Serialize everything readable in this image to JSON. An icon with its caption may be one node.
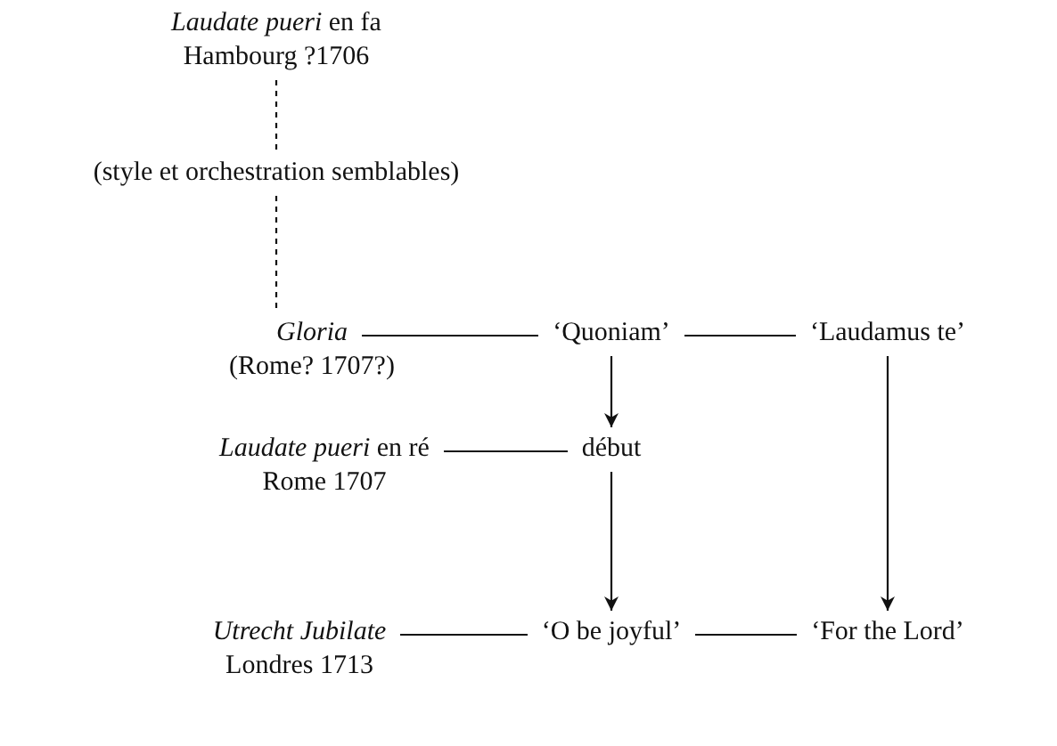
{
  "diagram": {
    "nodes": [
      {
        "text": [
          "*Laudate pueri* en fa",
          "Hambourg ?1706"
        ]
      },
      {
        "text": [
          "(style et orchestration semblables)"
        ]
      },
      {
        "text": [
          "Gloria",
          "(Rome? 1707?)"
        ]
      },
      {
        "text": [
          "‘Quoniam’"
        ]
      },
      {
        "text": [
          "‘Laudamus te’"
        ]
      },
      {
        "text": [
          "*Laudate pueri* en ré",
          "Rome 1707"
        ]
      },
      {
        "text": [
          "début"
        ]
      },
      {
        "text": [
          "Utrecht Jubilate",
          "Londres 1713"
        ]
      },
      {
        "text": [
          "‘O be joyful’"
        ]
      },
      {
        "text": [
          "‘For the Lord’"
        ]
      }
    ],
    "edges": [
      {
        "from": 0,
        "to": 1,
        "arrow": "none",
        "style": "dashed"
      },
      {
        "from": 1,
        "to": 2,
        "arrow": "none",
        "style": "dashed"
      },
      {
        "from": 2,
        "to": 3,
        "arrow": "none"
      },
      {
        "from": 3,
        "to": 4,
        "arrow": "none"
      },
      {
        "from": 3,
        "to": 6,
        "arrow": "to"
      },
      {
        "from": 4,
        "to": 9,
        "arrow": "to"
      },
      {
        "from": 5,
        "to": 6,
        "arrow": "none"
      },
      {
        "from": 6,
        "to": 8,
        "arrow": "to"
      },
      {
        "from": 7,
        "to": 8,
        "arrow": "none"
      },
      {
        "from": 8,
        "to": 9,
        "arrow": "none"
      }
    ]
  }
}
